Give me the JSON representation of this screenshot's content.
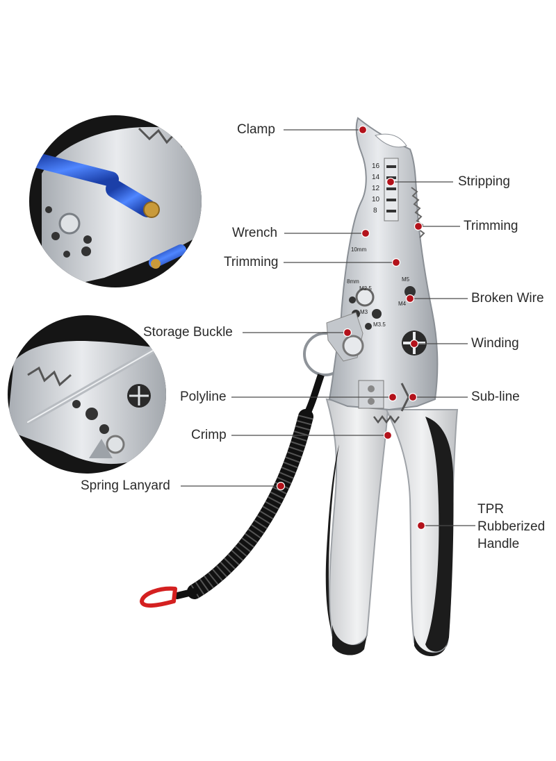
{
  "colors": {
    "marker": "#b3121b",
    "leader": "#4a4a4a",
    "steel": "#cfd2d6",
    "steel_dark": "#9aa0a6",
    "handle_grey": "#d9dadc",
    "handle_black": "#1c1c1c",
    "inset_bg": "#141414",
    "wire_blue": "#2f63d6",
    "lanyard_red": "#d42020"
  },
  "callouts": {
    "clamp": "Clamp",
    "stripping": "Stripping",
    "trimming_right": "Trimming",
    "wrench": "Wrench",
    "trimming_left": "Trimming",
    "broken_wire": "Broken Wire",
    "storage_buckle": "Storage Buckle",
    "winding": "Winding",
    "polyline": "Polyline",
    "sub_line": "Sub-line",
    "crimp": "Crimp",
    "spring_lanyard": "Spring Lanyard",
    "tpr_handle": [
      "TPR",
      "Rubberized",
      "Handle"
    ]
  },
  "tool_markings": {
    "gauge_scale": [
      "16",
      "14",
      "12",
      "10",
      "8"
    ],
    "size_mark": "10mm",
    "small_mark": "8mm",
    "bolt_sizes": [
      "M2.5",
      "M3",
      "M3.5",
      "M4",
      "M5"
    ]
  },
  "icons": {
    "main": "wire-stripper-pliers-icon",
    "inset_top": "stripping-closeup-icon",
    "inset_bottom": "winding-closeup-icon"
  }
}
